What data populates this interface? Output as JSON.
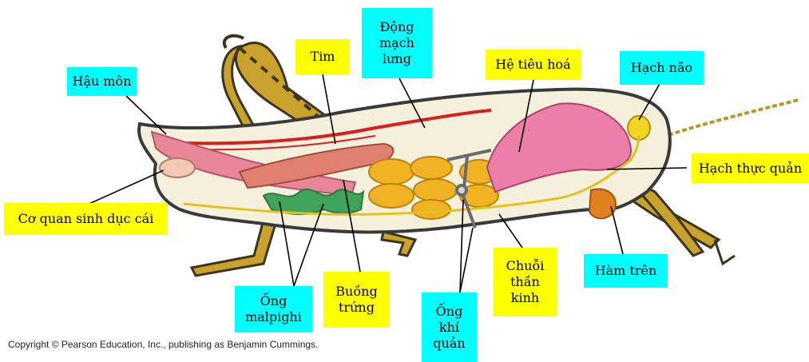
{
  "colors": {
    "label_cyan": "#00ffff",
    "label_yellow": "#ffff00",
    "body_outline": "#3a3a3a",
    "body_fill": "#f5f0dc",
    "muscle_pink": "#e8879a",
    "crop_pink": "#ec7fa8",
    "gland_yellow": "#f0b323",
    "nerve_yellow": "#e3c21c",
    "malpighi_green": "#3fa35a",
    "vessel_red": "#d81e1e",
    "leg_yellow": "#c9a22e",
    "leg_dark": "#3b3520"
  },
  "labels": {
    "hau_mon": "Hậu môn",
    "tim": "Tim",
    "dong_mach_lung": "Động\nmạch\nlưng",
    "he_tieu_hoa": "Hệ tiêu hoá",
    "hach_nao": "Hạch não",
    "hach_thuc_quan": "Hạch thực quản",
    "co_quan_sinh_duc_cai": "Cơ quan sinh dục cái",
    "ong_malpighi": "Ống\nmalpighi",
    "buong_trung": "Buồng\ntrứng",
    "ong_khi_quan": "Ống\nkhí\nquản",
    "chuoi_than_kinh": "Chuỗi\nthần\nkinh",
    "ham_tren": "Hàm trên"
  },
  "copyright": "Copyright © Pearson Education, Inc., publishing as Benjamin Cummings."
}
